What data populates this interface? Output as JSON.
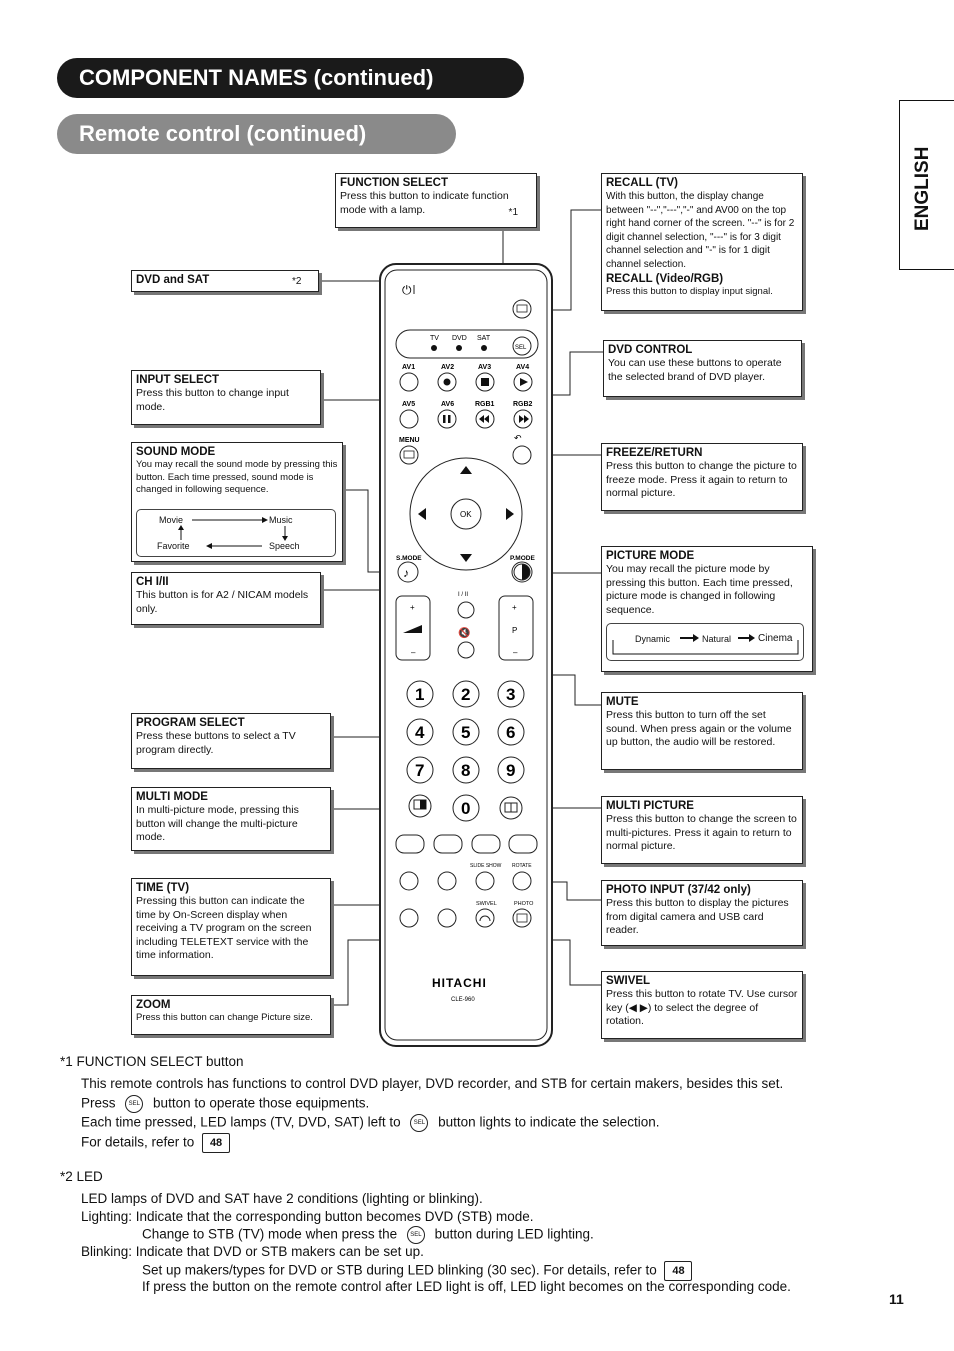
{
  "header": {
    "title": "COMPONENT NAMES (continued)",
    "subtitle": "Remote control (continued)",
    "language_tab": "ENGLISH"
  },
  "callouts": {
    "function_select": {
      "title": "FUNCTION SELECT",
      "text": "Press this button to indicate function mode with a lamp.",
      "note": "*1"
    },
    "recall_tv": {
      "title": "RECALL (TV)",
      "text": "With this button, the display change between \"--\",\"---\",\"-\" and AV00 on the top right hand corner of the screen. \"--\" is for 2 digit channel selection, \"---\" is for 3 digit channel selection and \"-\" is for 1 digit channel selection."
    },
    "recall_video": {
      "title": "RECALL (Video/RGB)",
      "text": "Press this button to display input signal."
    },
    "dvd_sat": {
      "title": "DVD and SAT",
      "note": "*2"
    },
    "dvd_control": {
      "title": "DVD CONTROL",
      "text": "You can use these buttons to operate the selected brand of DVD player."
    },
    "input_select": {
      "title": "INPUT SELECT",
      "text": "Press this button to change input mode."
    },
    "sound_mode": {
      "title": "SOUND MODE",
      "text": "You may recall the sound mode by pressing this button. Each time pressed, sound mode is changed in following sequence.",
      "seq": [
        "Movie",
        "Music",
        "Speech",
        "Favorite"
      ]
    },
    "freeze_return": {
      "title": "FREEZE/RETURN",
      "text": "Press this button to change the picture to freeze mode. Press it again to return to normal picture."
    },
    "picture_mode": {
      "title": "PICTURE MODE",
      "text": "You may recall the picture mode by pressing this button. Each time pressed, picture mode is changed in following sequence.",
      "seq": [
        "Dynamic",
        "Natural",
        "Cinema"
      ]
    },
    "ch": {
      "title": "CH I/II",
      "text": "This button is for A2 / NICAM models only."
    },
    "mute": {
      "title": "MUTE",
      "text": "Press this button to turn off the set sound. When press again or the volume up button, the audio will be restored."
    },
    "program_select": {
      "title": "PROGRAM SELECT",
      "text": "Press these buttons to select a TV program directly."
    },
    "multi_mode": {
      "title": "MULTI MODE",
      "text": "In multi-picture mode, pressing this button will change the multi-picture mode."
    },
    "multi_picture": {
      "title": "MULTI PICTURE",
      "text": "Press this button to change the screen to multi-pictures. Press it again to return to normal picture."
    },
    "time_tv": {
      "title": "TIME (TV)",
      "text": "Pressing this button can indicate the time by On-Screen display when receiving a TV program on the screen including TELETEXT service with the time information."
    },
    "photo_input": {
      "title": "PHOTO INPUT (37/42 only)",
      "text": "Press this button to display the pictures from digital camera and USB card reader."
    },
    "zoom": {
      "title": "ZOOM",
      "text": "Press this button can change Picture size."
    },
    "swivel": {
      "title": "SWIVEL",
      "text": "Press this button to rotate TV. Use cursor key (◀ ▶) to select the degree of rotation."
    }
  },
  "remote": {
    "brand": "HITACHI",
    "model": "CLE-960",
    "leds": [
      "TV",
      "DVD",
      "SAT"
    ],
    "sel": "SEL",
    "row1": [
      "AV1",
      "AV2",
      "AV3",
      "AV4"
    ],
    "row2": [
      "AV5",
      "AV6",
      "RGB1",
      "RGB2"
    ],
    "menu": "MENU",
    "ok": "OK",
    "smode": "S.MODE",
    "pmode": "P.MODE",
    "ch_label": "I / II",
    "prog": "P",
    "digits": [
      "1",
      "2",
      "3",
      "4",
      "5",
      "6",
      "7",
      "8",
      "9",
      "0"
    ],
    "slideshow": "SLIDE SHOW",
    "rotate": "ROTATE",
    "swivel": "SWIVEL",
    "photo": "PHOTO"
  },
  "footnotes": {
    "n1_head": "*1  FUNCTION SELECT button",
    "n1_l1": "This remote controls has functions to control DVD player, DVD recorder, and STB for certain makers, besides this set.",
    "n1_l2a": "Press",
    "n1_l2b": "button to operate those equipments.",
    "n1_l3a": "Each time pressed, LED lamps (TV, DVD, SAT) left to",
    "n1_l3b": "button lights to indicate the selection.",
    "n1_l4": "For details, refer to",
    "ref": "48",
    "n2_head": "*2  LED",
    "n2_l1": "LED lamps of DVD and SAT have 2 conditions (lighting or blinking).",
    "n2_l2": "Lighting: Indicate that the corresponding button becomes DVD (STB) mode.",
    "n2_l3a": "Change to STB (TV) mode when press the",
    "n2_l3b": "button during LED lighting.",
    "n2_l4": "Blinking: Indicate that DVD or STB makers can be set up.",
    "n2_l5": "Set up makers/types for DVD or STB during LED blinking (30 sec). For details, refer to",
    "n2_l6": "If press the button on the remote control after LED light is off, LED light becomes on the corresponding code."
  },
  "page_number": "11"
}
